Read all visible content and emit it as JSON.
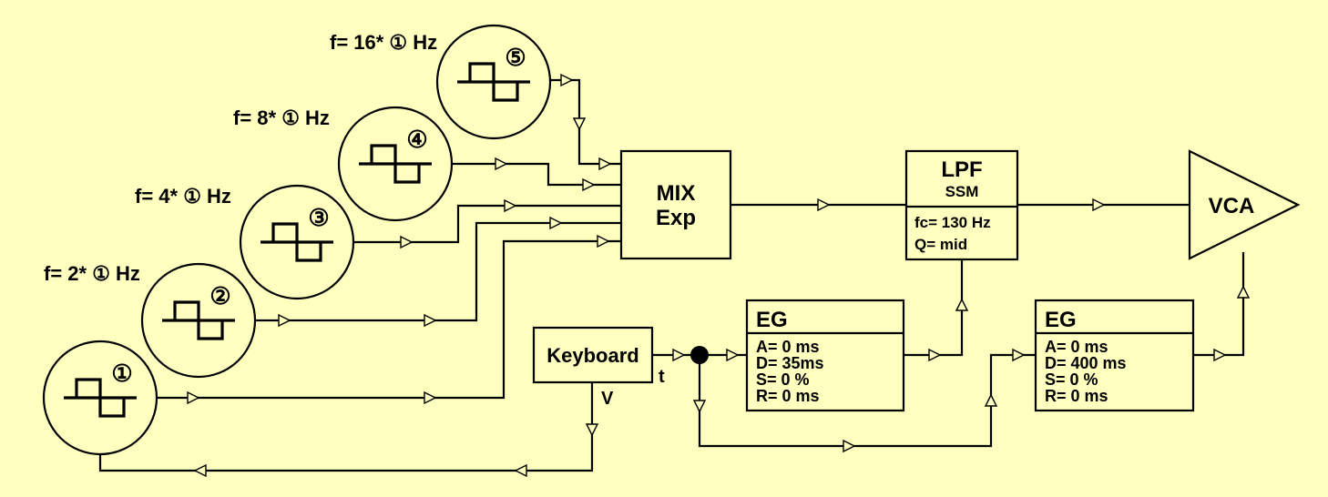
{
  "colors": {
    "background": "#FFFFC0",
    "stroke": "#000000"
  },
  "oscillators": [
    {
      "number": "①",
      "freq_label": ""
    },
    {
      "number": "②",
      "freq_label": "f= 2* ① Hz"
    },
    {
      "number": "③",
      "freq_label": "f= 4* ① Hz"
    },
    {
      "number": "④",
      "freq_label": "f= 8* ① Hz"
    },
    {
      "number": "⑤",
      "freq_label": "f= 16* ① Hz"
    }
  ],
  "mixer": {
    "line1": "MIX",
    "line2": "Exp"
  },
  "filter": {
    "line1": "LPF",
    "line2": "SSM",
    "param1": "fc= 130 Hz",
    "param2": "Q= mid"
  },
  "vca": {
    "label": "VCA"
  },
  "keyboard": {
    "label": "Keyboard",
    "gate_output": "t",
    "pitch_output": "V"
  },
  "eg1": {
    "title": "EG",
    "attack": "A= 0 ms",
    "decay": "D= 35ms",
    "sustain": "S= 0 %",
    "release": "R= 0 ms"
  },
  "eg2": {
    "title": "EG",
    "attack": "A= 0 ms",
    "decay": "D= 400 ms",
    "sustain": "S= 0 %",
    "release": "R= 0 ms"
  }
}
